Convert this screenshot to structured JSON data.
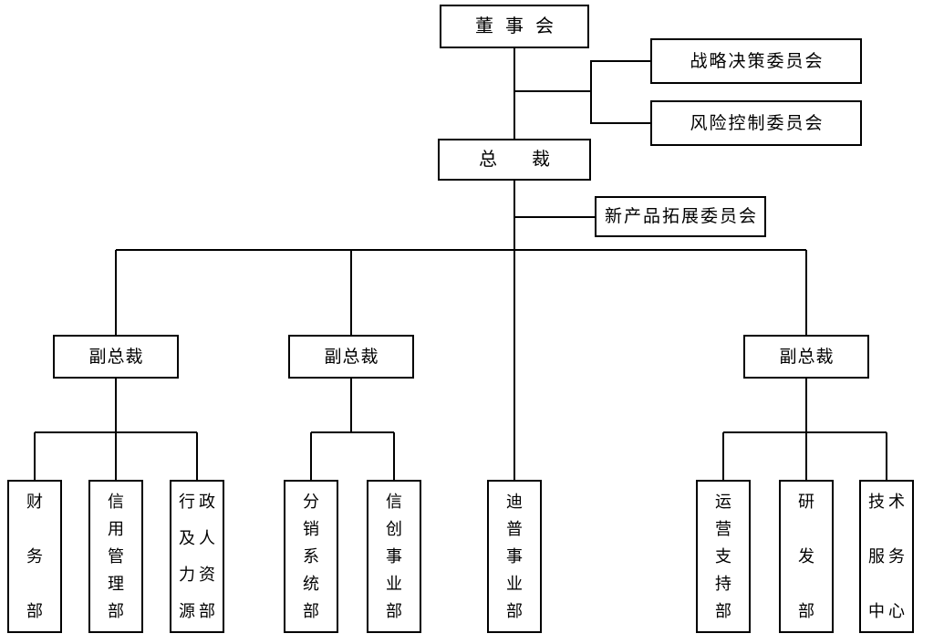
{
  "colors": {
    "line": "#000000",
    "background": "#ffffff",
    "text": "#000000"
  },
  "nodes": {
    "board": {
      "label": "董事会"
    },
    "strategy_committee": {
      "label": "战略决策委员会"
    },
    "risk_committee": {
      "label": "风险控制委员会"
    },
    "president": {
      "label": "总裁"
    },
    "new_product_committee": {
      "label": "新产品拓展委员会"
    },
    "vp1": {
      "label": "副总裁"
    },
    "vp2": {
      "label": "副总裁"
    },
    "vp3": {
      "label": "副总裁"
    }
  },
  "departments": [
    {
      "id": "finance",
      "label": "财务部",
      "rows": [
        "财",
        "务",
        "部"
      ]
    },
    {
      "id": "credit-management",
      "label": "信用管理部",
      "rows": [
        "信",
        "用",
        "管",
        "理",
        "部"
      ]
    },
    {
      "id": "admin-hr",
      "label": "行政及人力资源部",
      "rows": [
        "行政",
        "及人",
        "力资",
        "源部"
      ]
    },
    {
      "id": "distribution-systems",
      "label": "分销系统部",
      "rows": [
        "分",
        "销",
        "系",
        "统",
        "部"
      ]
    },
    {
      "id": "xinchuang-business",
      "label": "信创事业部",
      "rows": [
        "信",
        "创",
        "事",
        "业",
        "部"
      ]
    },
    {
      "id": "dipu-business",
      "label": "迪普事业部",
      "rows": [
        "迪",
        "普",
        "事",
        "业",
        "部"
      ]
    },
    {
      "id": "operations-support",
      "label": "运营支持部",
      "rows": [
        "运",
        "营",
        "支",
        "持",
        "部"
      ]
    },
    {
      "id": "rd",
      "label": "研发部",
      "rows": [
        "研",
        "发",
        "部"
      ]
    },
    {
      "id": "tech-service-center",
      "label": "技术服务中心",
      "rows": [
        "技术",
        "服务",
        "中心"
      ]
    }
  ],
  "org_structure": {
    "董事会": {
      "committees": [
        "战略决策委员会",
        "风险控制委员会"
      ],
      "reports": {
        "总裁": {
          "committees": [
            "新产品拓展委员会"
          ],
          "direct_departments": [
            "迪普事业部"
          ],
          "vice_presidents": [
            {
              "label": "副总裁",
              "departments": [
                "财务部",
                "信用管理部",
                "行政及人力资源部"
              ]
            },
            {
              "label": "副总裁",
              "departments": [
                "分销系统部",
                "信创事业部"
              ]
            },
            {
              "label": "副总裁",
              "departments": [
                "运营支持部",
                "研发部",
                "技术服务中心"
              ]
            }
          ]
        }
      }
    }
  }
}
